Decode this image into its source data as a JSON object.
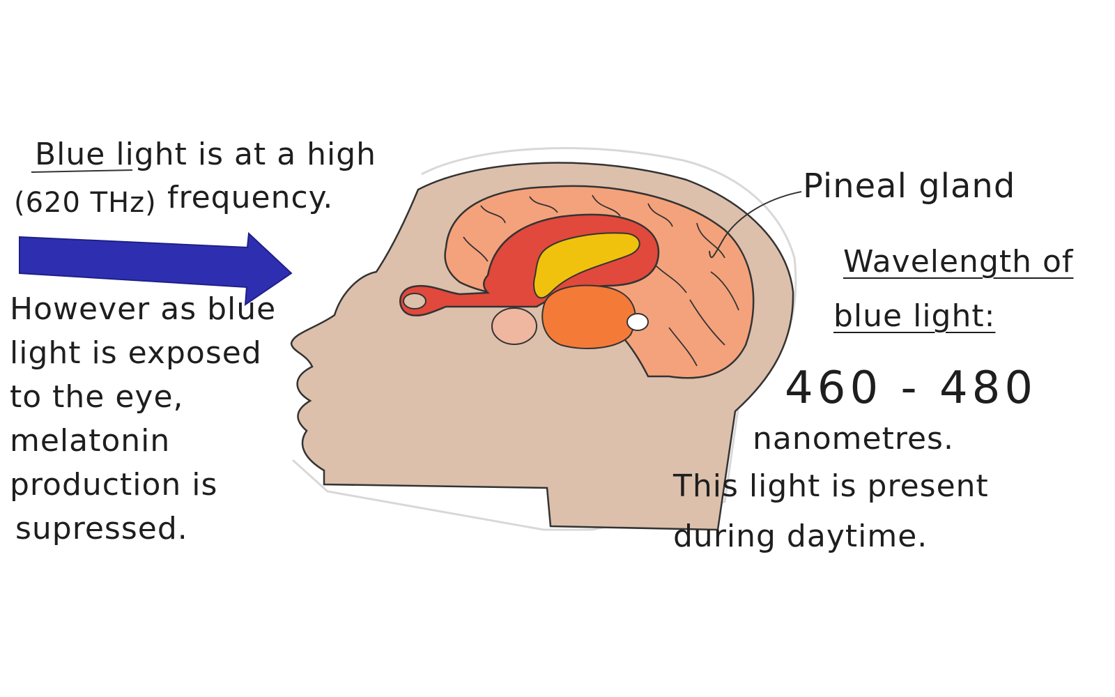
{
  "left_text": {
    "line1": "Blue light is at a high",
    "line2_paren": "(620 THz)",
    "line2_rest": "frequency.",
    "effect_lines": [
      "However as blue",
      "light is exposed",
      "to the eye,",
      "melatonin",
      "production is",
      "supressed."
    ]
  },
  "labels": {
    "pineal": "Pineal gland"
  },
  "right_text": {
    "heading_line1": "Wavelength of",
    "heading_line2": "blue light:",
    "value": "460 - 480",
    "unit": "nanometres.",
    "note_line1": "This light is present",
    "note_line2": "during daytime."
  },
  "colors": {
    "arrow": "#2e2fb0",
    "head": "#dcc0ab",
    "cortex": "#f4a27c",
    "corpus_callosum": "#e0493c",
    "ventricle": "#f0c20e",
    "thalamus": "#f47a38",
    "midbrain": "#efb6a0",
    "pineal_gland": "#ffffff"
  }
}
